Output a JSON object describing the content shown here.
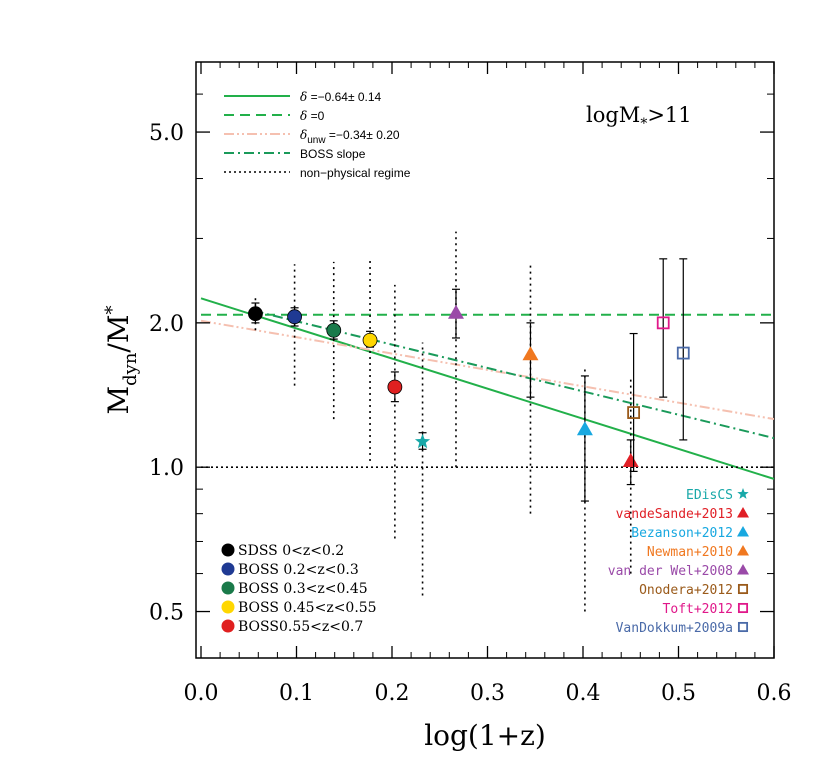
{
  "chart_data": {
    "type": "scatter",
    "xlabel": "log(1+z)",
    "ylabel_main": "M",
    "ylabel_sub1": "dyn",
    "ylabel_slash": "/M",
    "ylabel_sub2": "*",
    "xlim": [
      0.0,
      0.6
    ],
    "ylim": [
      0.4,
      7.0
    ],
    "yscale": "log",
    "x_ticks": [
      0.0,
      0.1,
      0.2,
      0.3,
      0.4,
      0.5,
      0.6
    ],
    "x_tick_labels": [
      "0.0",
      "0.1",
      "0.2",
      "0.3",
      "0.4",
      "0.5",
      "0.6"
    ],
    "y_ticks": [
      0.5,
      1.0,
      2.0,
      5.0
    ],
    "y_tick_labels": [
      "0.5",
      "1.0",
      "2.0",
      "5.0"
    ],
    "corner_label": "logM",
    "corner_label_sub": "*",
    "corner_label_tail": ">11",
    "lines": [
      {
        "label_symbol": "δ",
        "label_text": " =−0.64± 0.14",
        "style": "solid",
        "color": "#22b04a",
        "x": [
          0.0,
          0.6
        ],
        "y": [
          2.25,
          0.945
        ]
      },
      {
        "label_symbol": "δ",
        "label_text": " =0",
        "style": "dashed",
        "color": "#22b04a",
        "x": [
          0.0,
          0.6
        ],
        "y": [
          2.08,
          2.08
        ]
      },
      {
        "label_symbol": "δ",
        "label_sub": "unw",
        "label_text": " =−0.34± 0.20",
        "style": "dashdotdot",
        "color": "#f5c0b0",
        "x": [
          0.0,
          0.6
        ],
        "y": [
          2.02,
          1.26
        ]
      },
      {
        "label_text": "BOSS slope",
        "style": "dashdot",
        "color": "#1a9a5a",
        "x": [
          0.055,
          0.6
        ],
        "y": [
          2.12,
          1.15
        ]
      },
      {
        "label_text": "non−physical regime",
        "style": "dotted",
        "color": "#000000",
        "x": [
          0.0,
          0.6
        ],
        "y": [
          1.0,
          1.0
        ]
      }
    ],
    "samples": [
      {
        "name": "SDSS 0<z<0.2",
        "color": "#000000",
        "text_color": "#000000",
        "x": 0.057,
        "y": 2.09,
        "yerr": [
          2.0,
          2.2
        ],
        "dotted": [
          1.93,
          2.27
        ]
      },
      {
        "name": "BOSS 0.2<z<0.3",
        "color": "#1f3a93",
        "text_color": "#1f3a93",
        "x": 0.098,
        "y": 2.06,
        "yerr": [
          1.97,
          2.15
        ],
        "dotted": [
          1.48,
          2.65
        ]
      },
      {
        "name": "BOSS 0.3<z<0.45",
        "color": "#1a7a4a",
        "text_color": "#1a7a4a",
        "x": 0.139,
        "y": 1.93,
        "yerr": [
          1.85,
          2.02
        ],
        "dotted": [
          1.26,
          2.68
        ]
      },
      {
        "name": "BOSS 0.45<z<0.55",
        "color": "#ffd700",
        "text_color": "#e6c200",
        "x": 0.177,
        "y": 1.84,
        "yerr": [
          1.78,
          1.92
        ],
        "dotted": [
          1.03,
          2.72
        ]
      },
      {
        "name": "BOSS0.55<z<0.7",
        "color": "#e02020",
        "text_color": "#e02020",
        "x": 0.203,
        "y": 1.47,
        "yerr": [
          1.37,
          1.58
        ],
        "dotted": [
          0.71,
          2.4
        ]
      }
    ],
    "sources": [
      {
        "name": "EDisCS",
        "marker": "star",
        "color": "#18a8a8",
        "x": 0.232,
        "y": 1.13,
        "yerr": [
          1.09,
          1.18
        ],
        "dotted": [
          0.54,
          1.82
        ]
      },
      {
        "name": "vandeSande+2013",
        "marker": "triangle",
        "color": "#e01f26",
        "x": 0.45,
        "y": 1.03,
        "yerr": [
          0.92,
          1.14
        ],
        "dotted": [
          0.6,
          1.55
        ]
      },
      {
        "name": "Bezanson+2012",
        "marker": "triangle",
        "color": "#18a8e0",
        "x": 0.402,
        "y": 1.2,
        "yerr": [
          0.85,
          1.55
        ],
        "dotted": [
          0.5,
          1.6
        ]
      },
      {
        "name": "Newman+2010",
        "marker": "triangle",
        "color": "#f07820",
        "x": 0.345,
        "y": 1.72,
        "yerr": [
          1.4,
          2.0
        ],
        "dotted": [
          0.8,
          2.65
        ]
      },
      {
        "name": "van der Wel+2008",
        "marker": "triangle",
        "color": "#9a4aa8",
        "x": 0.267,
        "y": 2.1,
        "yerr": [
          1.86,
          2.35
        ],
        "dotted": [
          1.0,
          3.1
        ]
      },
      {
        "name": "Onodera+2012",
        "marker": "square",
        "color": "#9a5a1a",
        "x": 0.453,
        "y": 1.3,
        "yerr": [
          0.98,
          1.9
        ],
        "dotted": null
      },
      {
        "name": "Toft+2012",
        "marker": "square",
        "color": "#e0188a",
        "x": 0.484,
        "y": 2.0,
        "yerr": [
          1.4,
          2.72
        ],
        "dotted": null
      },
      {
        "name": "VanDokkum+2009a",
        "marker": "square",
        "color": "#4a6aa8",
        "x": 0.505,
        "y": 1.73,
        "yerr": [
          1.14,
          2.72
        ],
        "dotted": null
      }
    ]
  }
}
